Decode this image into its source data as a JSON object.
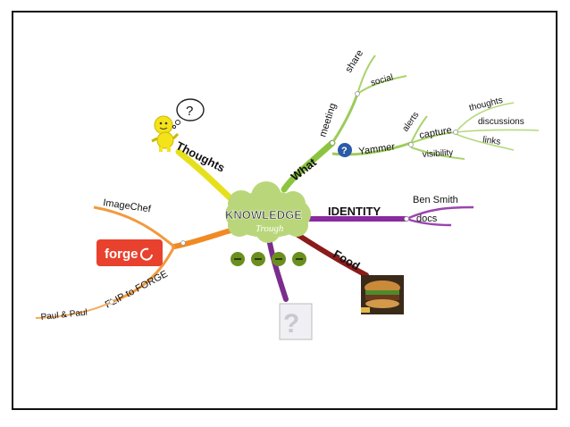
{
  "central": {
    "line1": "KNOWLEDGE",
    "line2": "Trough"
  },
  "branches": {
    "thoughts": {
      "label": "Thoughts",
      "bubble": "?"
    },
    "what": {
      "label": "What",
      "meeting": "meeting",
      "share": "share",
      "social": "social",
      "yammer": "Yammer",
      "help_glyph": "?",
      "alerts": "alerts",
      "capture": "capture",
      "visibility": "visibility",
      "thoughts": "thoughts",
      "discussions": "discussions",
      "links": "links"
    },
    "identity": {
      "label": "IDENTITY",
      "ben_smith": "Ben Smith",
      "docs": "docs"
    },
    "food": {
      "label": "Food"
    },
    "forge": {
      "imagechef": "ImageChef",
      "logo_text": "forge",
      "flip": "FLIP to FORGE",
      "paul": "Paul & Paul"
    },
    "unknown": {
      "glyph": "?"
    }
  },
  "colors": {
    "thoughts": "#e6e01c",
    "what": "#8bc53f",
    "identity": "#8a2aa0",
    "food": "#8b1a1a",
    "forge": "#f08a24",
    "unknown": "#7b2d8e",
    "forge_logo": "#e8412e",
    "cloud": "#b9d77a"
  }
}
